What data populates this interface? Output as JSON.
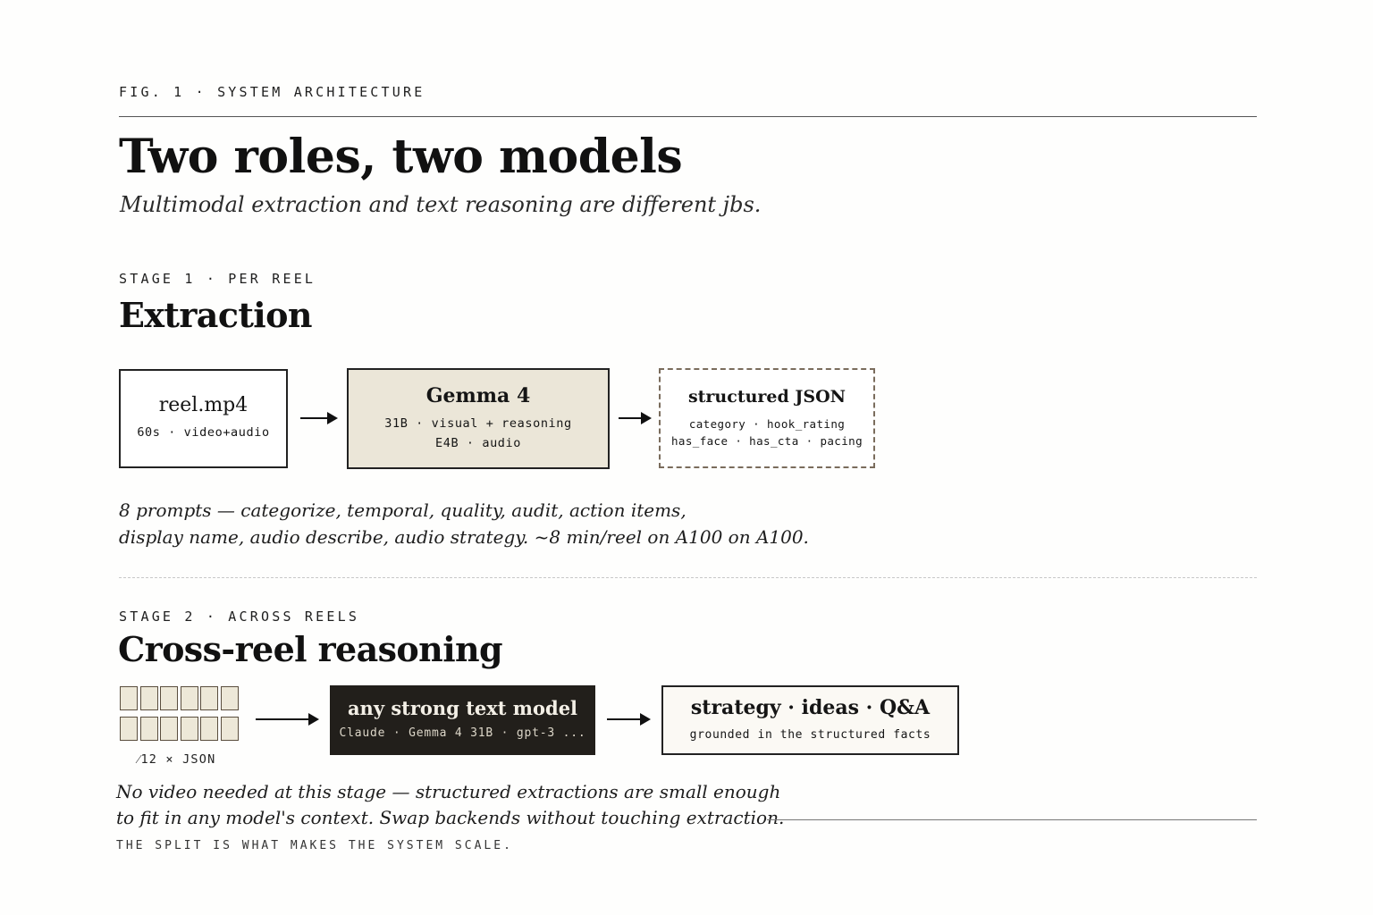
{
  "figure": {
    "label": "FIG. 1 · SYSTEM ARCHITECTURE",
    "title": "Two roles, two models",
    "subtitle": "Multimodal extraction and text reasoning are different jbs."
  },
  "stage1": {
    "eyebrow": "STAGE 1 · PER REEL",
    "title": "Extraction",
    "input": {
      "title": "reel.mp4",
      "sub": "60s · video+audio"
    },
    "model": {
      "title": "Gemma 4",
      "lines": [
        "31B · visual + reasoning",
        "E4B · audio"
      ]
    },
    "output": {
      "title": "structured JSON",
      "lines": [
        "category · hook_rating",
        "has_face · has_cta · pacing"
      ]
    },
    "note": [
      "8 prompts — categorize, temporal, quality, audit, action items,",
      "display name, audio describe, audio strategy. ~8 min/reel on A100 on A100."
    ]
  },
  "stage2": {
    "eyebrow": "STAGE 2 · ACROSS REELS",
    "title": "Cross-reel reasoning",
    "input_caption": "⁄12 × JSON",
    "input_cells": 12,
    "model": {
      "title": "any strong text model",
      "sub": "Claude · Gemma 4 31B · gpt-3 ..."
    },
    "output": {
      "title": "strategy · ideas · Q&A",
      "sub": "grounded in the structured facts"
    },
    "note": [
      "No video needed at this stage — structured extractions are small enough",
      "to fit in any model's context. Swap backends without touching extraction."
    ],
    "footer": "THE SPLIT IS WHAT MAKES THE SYSTEM SCALE."
  }
}
